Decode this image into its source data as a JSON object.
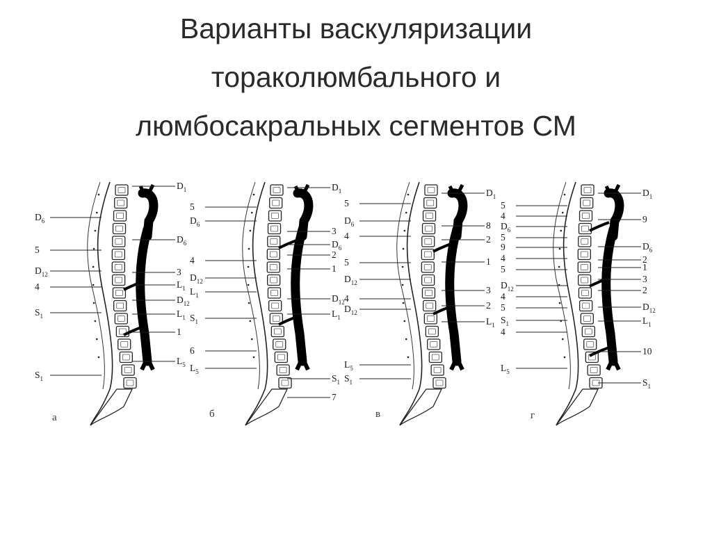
{
  "slide": {
    "title_lines": [
      "Варианты васкуляризации",
      "тораколюмбального и",
      "люмбосакральных сегментов СМ"
    ]
  },
  "figure": {
    "panels": [
      {
        "letter": "а",
        "left_labels": [
          {
            "t": "D",
            "s": "6"
          },
          {
            "t": "5",
            "s": ""
          },
          {
            "t": "D",
            "s": "12"
          },
          {
            "t": "4",
            "s": ""
          },
          {
            "t": "S",
            "s": "1"
          },
          {
            "t": "S",
            "s": "1"
          }
        ],
        "right_labels": [
          {
            "t": "D",
            "s": "1"
          },
          {
            "t": "D",
            "s": "6"
          },
          {
            "t": "3",
            "s": ""
          },
          {
            "t": "L",
            "s": "1"
          },
          {
            "t": "D",
            "s": "12"
          },
          {
            "t": "L",
            "s": "1"
          },
          {
            "t": "1",
            "s": ""
          },
          {
            "t": "L",
            "s": "5"
          }
        ]
      },
      {
        "letter": "б",
        "left_labels": [
          {
            "t": "5",
            "s": ""
          },
          {
            "t": "D",
            "s": "6"
          },
          {
            "t": "4",
            "s": ""
          },
          {
            "t": "D",
            "s": "12"
          },
          {
            "t": "L",
            "s": "1"
          },
          {
            "t": "S",
            "s": "1"
          },
          {
            "t": "6",
            "s": ""
          },
          {
            "t": "L",
            "s": "5"
          }
        ],
        "right_labels": [
          {
            "t": "D",
            "s": "1"
          },
          {
            "t": "3",
            "s": ""
          },
          {
            "t": "D",
            "s": "6"
          },
          {
            "t": "2",
            "s": ""
          },
          {
            "t": "1",
            "s": ""
          },
          {
            "t": "D",
            "s": "12"
          },
          {
            "t": "L",
            "s": "1"
          },
          {
            "t": "S",
            "s": "1"
          },
          {
            "t": "7",
            "s": ""
          }
        ]
      },
      {
        "letter": "в",
        "left_labels": [
          {
            "t": "5",
            "s": ""
          },
          {
            "t": "D",
            "s": "6"
          },
          {
            "t": "4",
            "s": ""
          },
          {
            "t": "5",
            "s": ""
          },
          {
            "t": "D",
            "s": "12"
          },
          {
            "t": "4",
            "s": ""
          },
          {
            "t": "D",
            "s": "12"
          },
          {
            "t": "L",
            "s": "5"
          },
          {
            "t": "S",
            "s": "1"
          }
        ],
        "right_labels": [
          {
            "t": "D",
            "s": "1"
          },
          {
            "t": "8",
            "s": ""
          },
          {
            "t": "2",
            "s": ""
          },
          {
            "t": "1",
            "s": ""
          },
          {
            "t": "3",
            "s": ""
          },
          {
            "t": "2",
            "s": ""
          },
          {
            "t": "L",
            "s": "1"
          }
        ]
      },
      {
        "letter": "г",
        "left_labels": [
          {
            "t": "5",
            "s": ""
          },
          {
            "t": "4",
            "s": ""
          },
          {
            "t": "D",
            "s": "6"
          },
          {
            "t": "5",
            "s": ""
          },
          {
            "t": "9",
            "s": ""
          },
          {
            "t": "4",
            "s": ""
          },
          {
            "t": "5",
            "s": ""
          },
          {
            "t": "D",
            "s": "12"
          },
          {
            "t": "4",
            "s": ""
          },
          {
            "t": "5",
            "s": ""
          },
          {
            "t": "S",
            "s": "1"
          },
          {
            "t": "4",
            "s": ""
          },
          {
            "t": "L",
            "s": "5"
          }
        ],
        "right_labels": [
          {
            "t": "D",
            "s": "1"
          },
          {
            "t": "9",
            "s": ""
          },
          {
            "t": "D",
            "s": "6"
          },
          {
            "t": "2",
            "s": ""
          },
          {
            "t": "1",
            "s": ""
          },
          {
            "t": "3",
            "s": ""
          },
          {
            "t": "2",
            "s": ""
          },
          {
            "t": "D",
            "s": "12"
          },
          {
            "t": "L",
            "s": "1"
          },
          {
            "t": "10",
            "s": ""
          },
          {
            "t": "S",
            "s": "1"
          }
        ]
      }
    ]
  }
}
